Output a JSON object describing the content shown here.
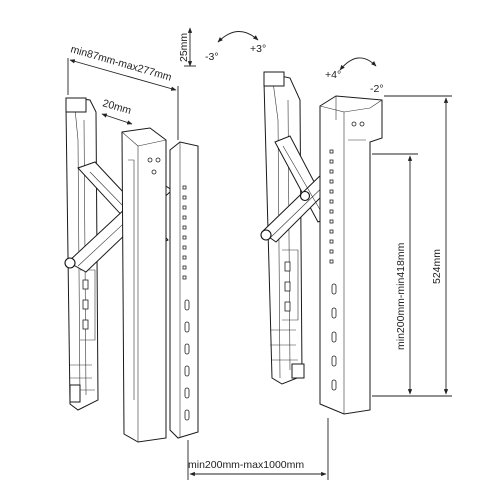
{
  "dimensions": {
    "depth_range": "min87mm-max277mm",
    "offset_20": "20mm",
    "offset_25": "25mm",
    "height_range": "min200mm-min418mm",
    "total_height": "524mm",
    "width_range": "min200mm-max1000mm"
  },
  "tilt_left": {
    "minus": "-3°",
    "plus": "+3°"
  },
  "tilt_right": {
    "plus": "+4°",
    "minus": "-2°"
  }
}
